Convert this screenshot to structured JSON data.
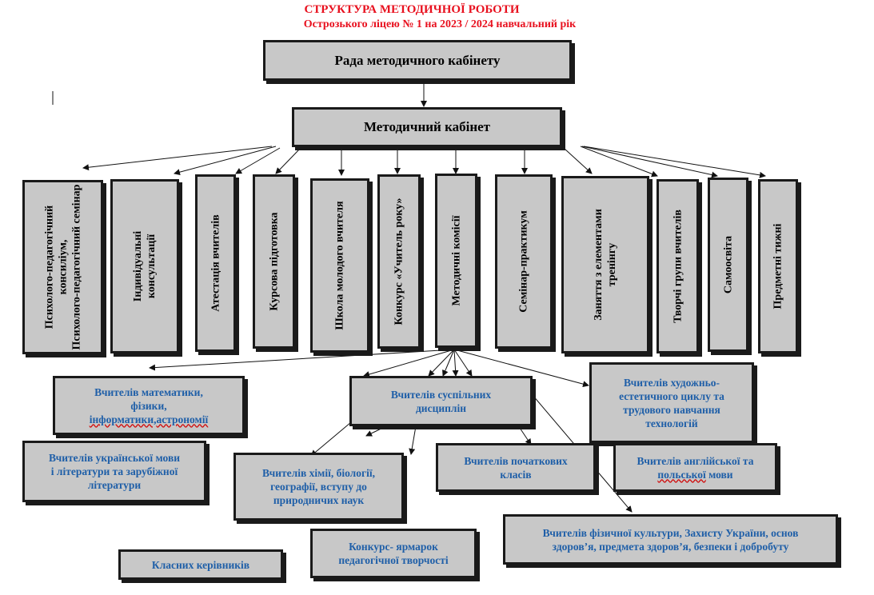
{
  "title": {
    "line1": "СТРУКТУРА  МЕТОДИЧНОЇ РОБОТИ",
    "line2": "Острозького ліцею № 1 на 2023 / 2024 навчальний рік"
  },
  "top": {
    "council": "Рада методичного кабінету",
    "cabinet": "Методичний кабінет"
  },
  "branches": [
    "Психолого-педагогічний консиліум,\nПсихолого-педагогічний семінар",
    "Індивідуальні\nконсультації",
    "Атестація вчителів",
    "Курсова підготовка",
    "Школа молодого вчителя",
    "Конкурс  «Учитель року»",
    "Методичні комісії",
    "Семінар-практикум",
    "Заняття з елементами\nтренінгу",
    "Творчі групи вчителів",
    "Самоосвіта",
    "Предметні тижні"
  ],
  "commissions": {
    "math": "Вчителів математики, фізики,",
    "math_underlined": "інформатики,астрономії",
    "social": "Вчителів суспільних\nдисциплін",
    "art": "Вчителів художньо-\nестетичного циклу та\nтрудового навчання\nтехнологій",
    "ukrainian": "Вчителів української мови\nі літератури та зарубіжної\nлітератури",
    "chemistry": "Вчителів хімії, біології,\nгеографії, вступу до\nприродничих наук",
    "primary": "Вчителів початкових\nкласів",
    "english_line1": "Вчителів англійської  та",
    "english_underlined": "польської",
    "english_rest": " мови",
    "physical": "Вчителів фізичної культури, Захисту України, основ\nздоров’я, предмета здоров’я, безпеки і добробуту",
    "contest": "Конкурс- ярмарок\nпедагогічної творчості",
    "class_leaders": "Класних керівників"
  },
  "colors": {
    "title": "#e8101e",
    "box_fill": "#c8c8c8",
    "commission_text": "#1f5fa8"
  }
}
